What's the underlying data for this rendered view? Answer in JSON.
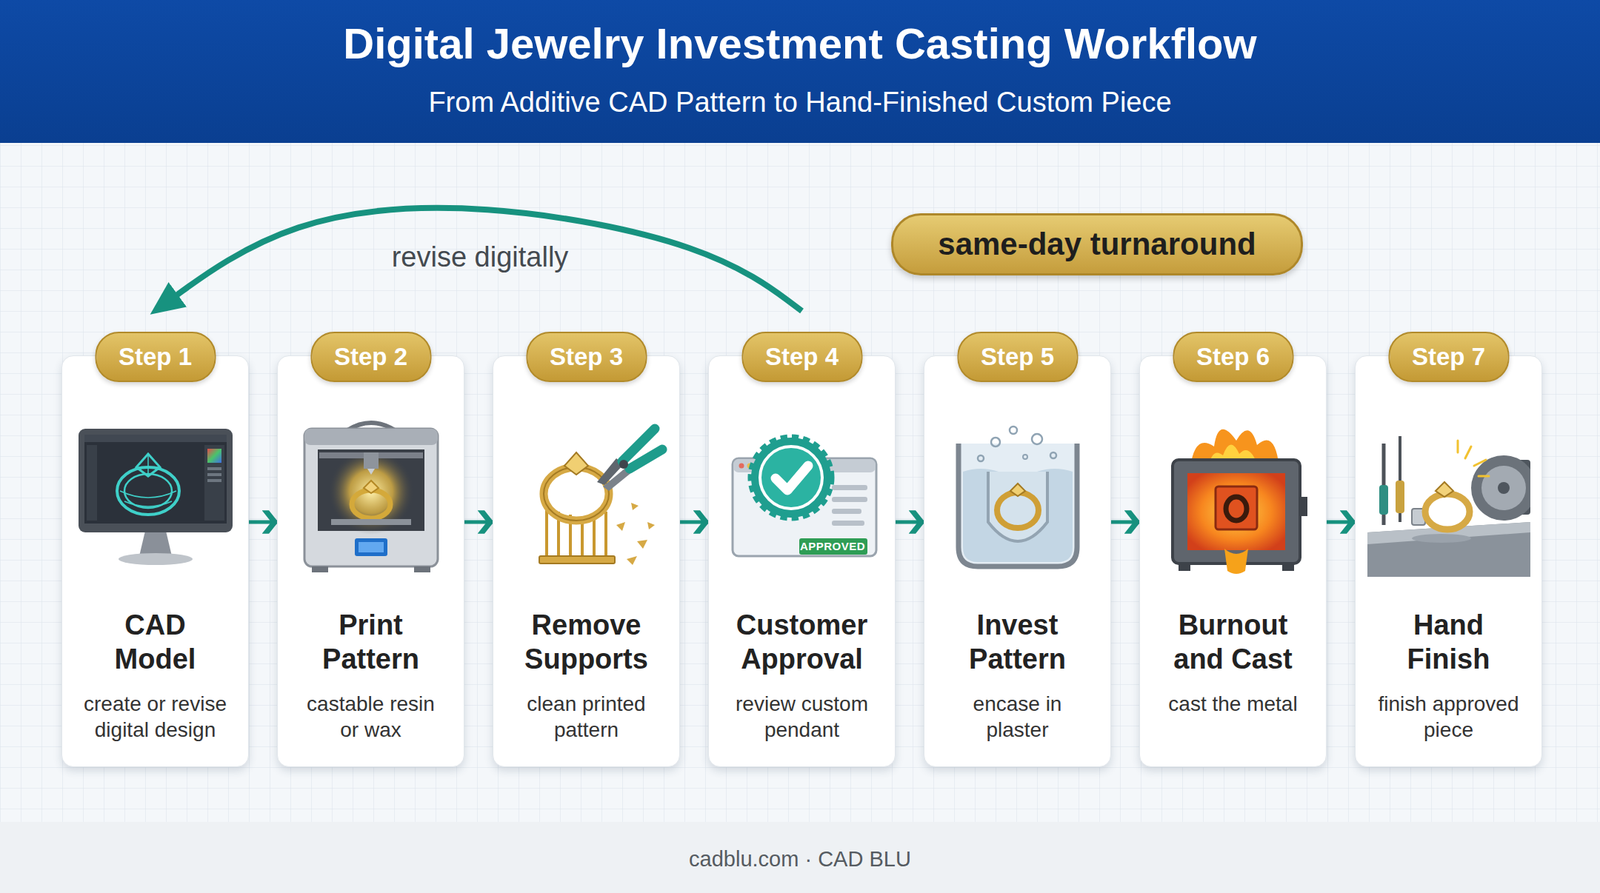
{
  "diagram": {
    "title": "Digital Jewelry Investment Casting Workflow",
    "nodes": [
      {
        "text": [
          "same-day turnaround"
        ]
      },
      {
        "text": [
          "Step 1",
          "CAD Model",
          "create or revise digital design"
        ]
      },
      {
        "text": [
          "Step 2",
          "Print Pattern",
          "castable resin or wax"
        ]
      },
      {
        "text": [
          "Step 3",
          "Remove Supports",
          "clean printed pattern"
        ]
      },
      {
        "text": [
          "Step 4",
          "Customer Approval",
          "review custom pendant"
        ]
      },
      {
        "text": [
          "Step 5",
          "Invest Pattern",
          "encase in plaster"
        ]
      },
      {
        "text": [
          "Step 6",
          "Burnout and Cast",
          "cast the metal"
        ]
      },
      {
        "text": [
          "Step 7",
          "Hand Finish",
          "finish approved piece"
        ]
      }
    ],
    "edges": [
      {
        "from": 1,
        "to": 2,
        "arrow": "to"
      },
      {
        "from": 2,
        "to": 3,
        "arrow": "to"
      },
      {
        "from": 3,
        "to": 4,
        "arrow": "to"
      },
      {
        "from": 4,
        "to": 5,
        "arrow": "to"
      },
      {
        "from": 5,
        "to": 6,
        "arrow": "to"
      },
      {
        "from": 6,
        "to": 7,
        "arrow": "to"
      },
      {
        "from": 4,
        "to": 1,
        "label": "revise digitally",
        "arrow": "to"
      }
    ],
    "labels": [
      "From Additive CAD Pattern to Hand-Finished Custom Piece",
      "APPROVED",
      "cadblu.com · CAD BLU"
    ]
  }
}
